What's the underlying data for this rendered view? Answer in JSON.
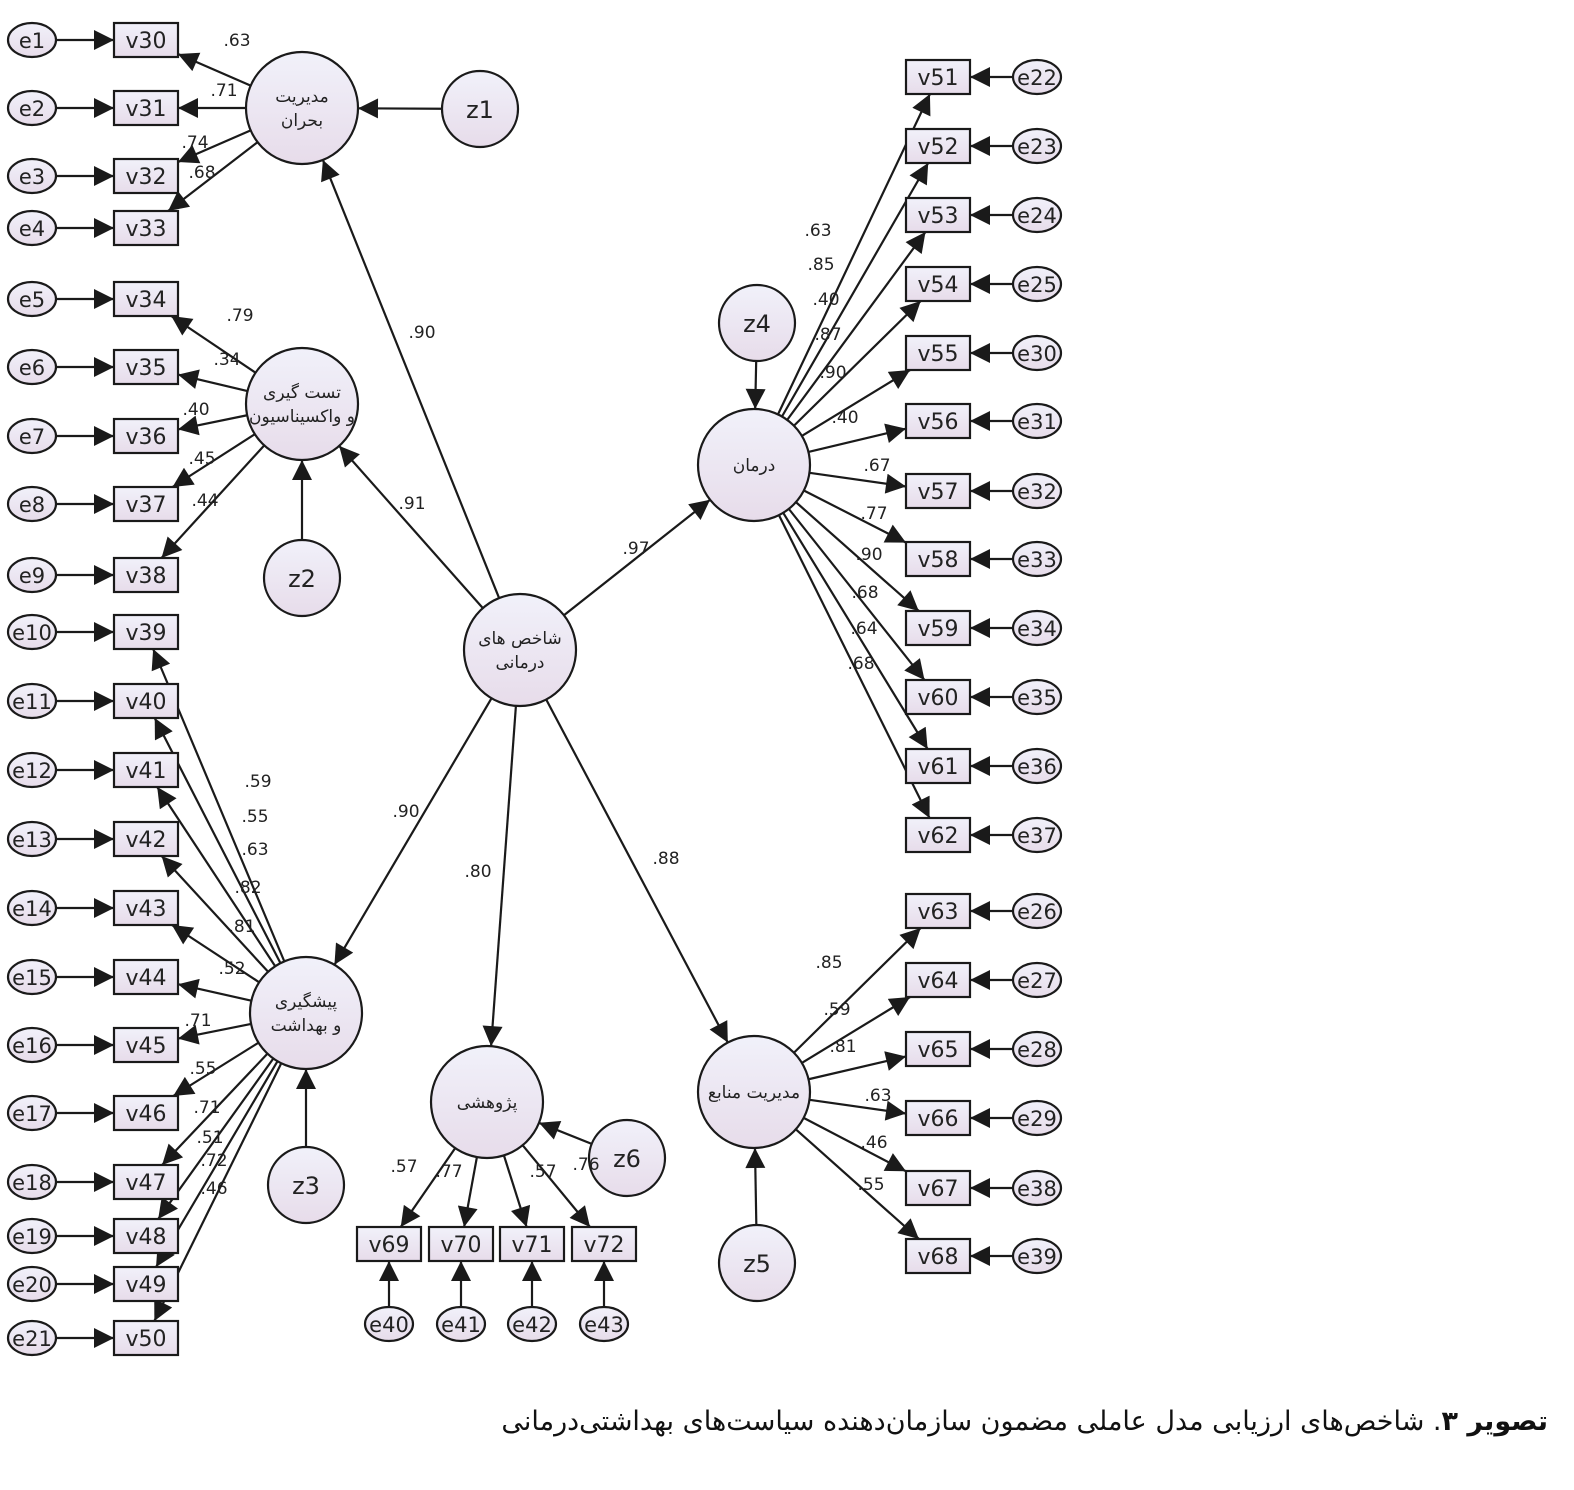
{
  "colors": {
    "node_fill_top": "#f1f1fa",
    "node_fill_bottom": "#e7dcea",
    "stroke": "#1a1a1a",
    "text": "#222222"
  },
  "central": {
    "id": "c",
    "lines": [
      "شاخص های",
      "درمانی"
    ]
  },
  "factors": [
    {
      "id": "f1",
      "lines": [
        "مدیریت",
        "بحران"
      ]
    },
    {
      "id": "f2",
      "lines": [
        "تست گیری",
        "و واکسیناسیون"
      ]
    },
    {
      "id": "f3",
      "lines": [
        "پیشگیری",
        "و بهداشت"
      ]
    },
    {
      "id": "f4",
      "lines": [
        "پژوهشی"
      ]
    },
    {
      "id": "f5",
      "lines": [
        "مدیریت منابع"
      ]
    },
    {
      "id": "f6",
      "lines": [
        "درمان"
      ]
    }
  ],
  "structural": [
    {
      "to": "f1",
      "coef": ".90"
    },
    {
      "to": "f2",
      "coef": ".91"
    },
    {
      "to": "f3",
      "coef": ".90"
    },
    {
      "to": "f4",
      "coef": ".80"
    },
    {
      "to": "f5",
      "coef": ".88"
    },
    {
      "to": "f6",
      "coef": ".97"
    }
  ],
  "disturbances": [
    {
      "id": "z1",
      "factor": "f1"
    },
    {
      "id": "z2",
      "factor": "f2"
    },
    {
      "id": "z3",
      "factor": "f3"
    },
    {
      "id": "z4",
      "factor": "f6"
    },
    {
      "id": "z5",
      "factor": "f5"
    },
    {
      "id": "z6",
      "factor": "f4"
    }
  ],
  "indicators": {
    "f1": [
      {
        "v": "v30",
        "e": "e1",
        "coef": ".63"
      },
      {
        "v": "v31",
        "e": "e2",
        "coef": ".71"
      },
      {
        "v": "v32",
        "e": "e3",
        "coef": ".74"
      },
      {
        "v": "v33",
        "e": "e4",
        "coef": ".68"
      }
    ],
    "f2": [
      {
        "v": "v34",
        "e": "e5",
        "coef": ".79"
      },
      {
        "v": "v35",
        "e": "e6",
        "coef": ".34"
      },
      {
        "v": "v36",
        "e": "e7",
        "coef": ".40"
      },
      {
        "v": "v37",
        "e": "e8",
        "coef": ".45"
      },
      {
        "v": "v38",
        "e": "e9",
        "coef": ".44"
      }
    ],
    "f3": [
      {
        "v": "v39",
        "e": "e10",
        "coef": ".59"
      },
      {
        "v": "v40",
        "e": "e11",
        "coef": ".55"
      },
      {
        "v": "v41",
        "e": "e12",
        "coef": ".63"
      },
      {
        "v": "v42",
        "e": "e13",
        "coef": ".82"
      },
      {
        "v": "v43",
        "e": "e14",
        "coef": ".81"
      },
      {
        "v": "v44",
        "e": "e15",
        "coef": ".52"
      },
      {
        "v": "v45",
        "e": "e16",
        "coef": ".71"
      },
      {
        "v": "v46",
        "e": "e17",
        "coef": ".55"
      },
      {
        "v": "v47",
        "e": "e18",
        "coef": ".71"
      },
      {
        "v": "v48",
        "e": "e19",
        "coef": ".51"
      },
      {
        "v": "v49",
        "e": "e20",
        "coef": ".72"
      },
      {
        "v": "v50",
        "e": "e21",
        "coef": ".46"
      }
    ],
    "f4": [
      {
        "v": "v69",
        "e": "e40",
        "coef": ".57"
      },
      {
        "v": "v70",
        "e": "e41",
        "coef": ".77"
      },
      {
        "v": "v71",
        "e": "e42",
        "coef": ".57"
      },
      {
        "v": "v72",
        "e": "e43",
        "coef": ".76"
      }
    ],
    "f6": [
      {
        "v": "v51",
        "e": "e22",
        "coef": ".63"
      },
      {
        "v": "v52",
        "e": "e23",
        "coef": ".85"
      },
      {
        "v": "v53",
        "e": "e24",
        "coef": ".40"
      },
      {
        "v": "v54",
        "e": "e25",
        "coef": ".87"
      },
      {
        "v": "v55",
        "e": "e30",
        "coef": ".90"
      },
      {
        "v": "v56",
        "e": "e31",
        "coef": ".40"
      },
      {
        "v": "v57",
        "e": "e32",
        "coef": ".67"
      },
      {
        "v": "v58",
        "e": "e33",
        "coef": ".77"
      },
      {
        "v": "v59",
        "e": "e34",
        "coef": ".90"
      },
      {
        "v": "v60",
        "e": "e35",
        "coef": ".68"
      },
      {
        "v": "v61",
        "e": "e36",
        "coef": ".64"
      },
      {
        "v": "v62",
        "e": "e37",
        "coef": ".68"
      }
    ],
    "f5": [
      {
        "v": "v63",
        "e": "e26",
        "coef": ".85"
      },
      {
        "v": "v64",
        "e": "e27",
        "coef": ".59"
      },
      {
        "v": "v65",
        "e": "e28",
        "coef": ".81"
      },
      {
        "v": "v66",
        "e": "e29",
        "coef": ".63"
      },
      {
        "v": "v67",
        "e": "e38",
        "coef": ".46"
      },
      {
        "v": "v68",
        "e": "e39",
        "coef": ".55"
      }
    ]
  },
  "caption": {
    "bold": "تصویر ۳",
    "text": ". شاخص‌های ارزیابی مدل عاملی مضمون سازمان‌دهنده سیاست‌های بهداشتی‌درمانی"
  }
}
